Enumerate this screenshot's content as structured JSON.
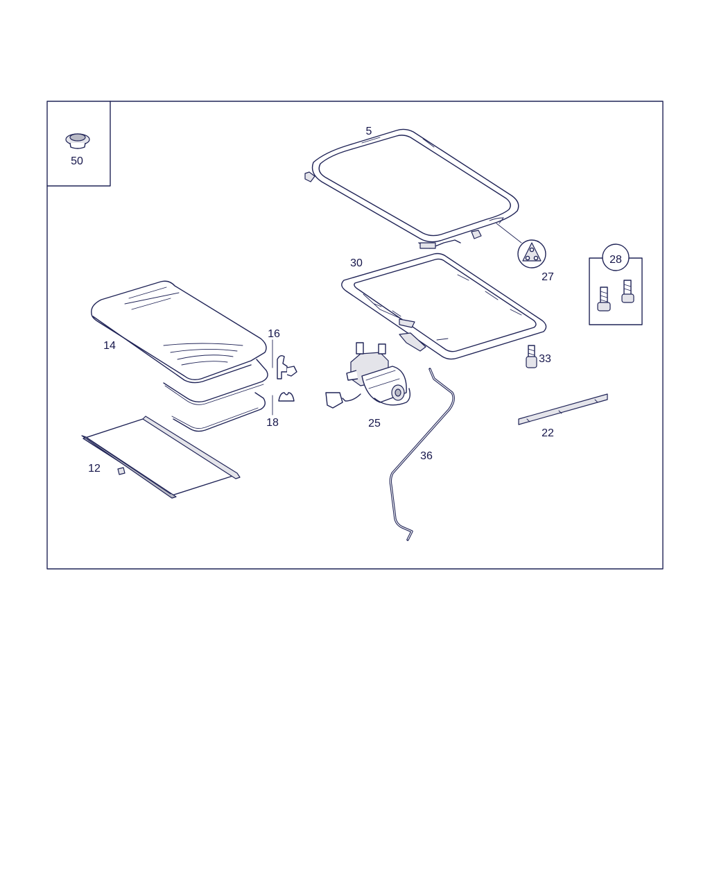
{
  "part_labels": {
    "p5": "5",
    "p12": "12",
    "p14": "14",
    "p16": "16",
    "p18": "18",
    "p22": "22",
    "p25": "25",
    "p27": "27",
    "p28": "28",
    "p30": "30",
    "p33": "33",
    "p36": "36",
    "p50": "50"
  },
  "colors": {
    "line": "#1f2356",
    "label": "#15154a",
    "background": "#ffffff",
    "part_fill": "#e4e4ea"
  }
}
